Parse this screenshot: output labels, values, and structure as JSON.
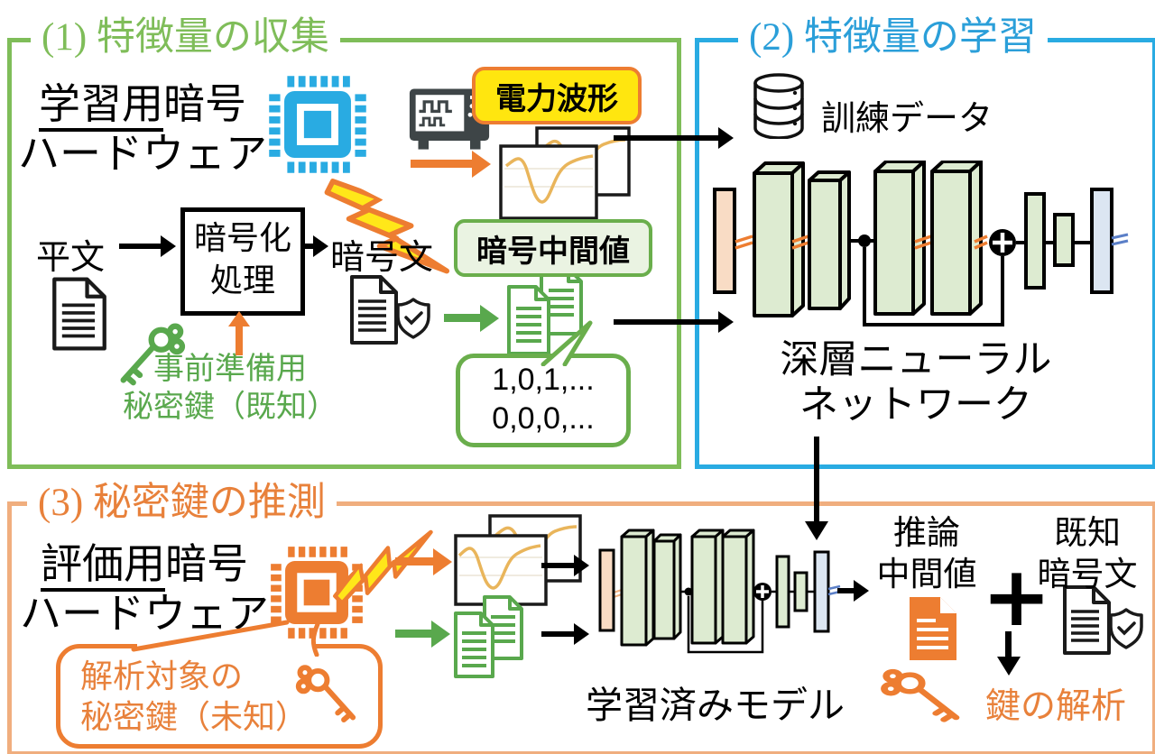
{
  "colors": {
    "green_border": "#7FBD59",
    "green_accent": "#59A84D",
    "blue": "#29ABE2",
    "orange": "#ED7D31",
    "orange_box_border": "#F0AE7E",
    "orange_text": "#E8813B",
    "yellow_badge": "#FFE60F",
    "nn_block_green": "#DDEBD1",
    "nn_input_peach": "#F9DCC5",
    "nn_output_blue": "#DCE6F2"
  },
  "icons": {
    "chip": "microchip",
    "bolt": "lightning-bolt",
    "oscilloscope": "oscilloscope",
    "waveform_docs": "power-trace-documents",
    "document": "document",
    "doc_shield": "document-with-shield-check",
    "bit_docs": "binary-documents",
    "database": "database-cylinder",
    "key": "key",
    "xor": "xor-circle"
  },
  "sections": {
    "collect": {
      "title": "(1) 特徴量の収集",
      "hardware": {
        "emph": "学習用",
        "rest": "暗号",
        "line2": "ハードウェア"
      },
      "power_badge": "電力波形",
      "plaintext": "平文",
      "encrypt": {
        "line1": "暗号化",
        "line2": "処理"
      },
      "ciphertext": "暗号文",
      "prep_key": {
        "line1": "事前準備用",
        "line2": "秘密鍵（既知）"
      },
      "mid_badge": "暗号中間値",
      "bits": {
        "line1": "1,0,1,...",
        "line2": "0,0,0,..."
      }
    },
    "learn": {
      "title": "(2) 特徴量の学習",
      "training_data": "訓練データ",
      "dnn": {
        "line1": "深層ニューラル",
        "line2": "ネットワーク"
      }
    },
    "infer": {
      "title": "(3) 秘密鍵の推測",
      "hardware": {
        "emph": "評価用",
        "rest": "暗号",
        "line2": "ハードウェア"
      },
      "target_key": {
        "line1": "解析対象の",
        "line2": "秘密鍵（未知）"
      },
      "trained_model": "学習済みモデル",
      "inferred": {
        "line1": "推論",
        "line2": "中間値"
      },
      "plus": "+",
      "known_ct": {
        "line1": "既知",
        "line2": "暗号文"
      },
      "key_analysis": "鍵の解析"
    }
  }
}
